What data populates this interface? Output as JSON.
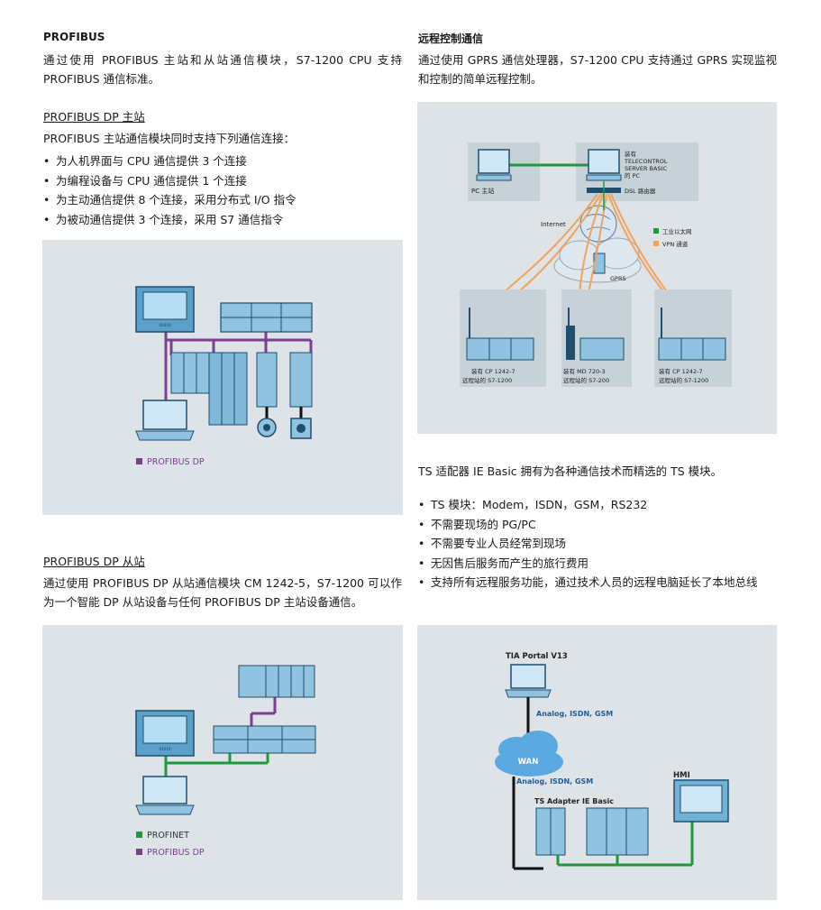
{
  "left": {
    "title": "PROFIBUS",
    "intro": "通过使用 PROFIBUS 主站和从站通信模块，S7-1200 CPU 支持 PROFIBUS 通信标准。",
    "master_heading": "PROFIBUS DP 主站",
    "master_intro": "PROFIBUS 主站通信模块同时支持下列通信连接：",
    "master_bullets": [
      "为人机界面与 CPU 通信提供 3 个连接",
      "为编程设备与 CPU 通信提供 1 个连接",
      "为主动通信提供 8 个连接，采用分布式 I/O 指令",
      "为被动通信提供 3 个连接，采用 S7 通信指令"
    ],
    "fig1_legend": "PROFIBUS DP",
    "slave_heading": "PROFIBUS DP 从站",
    "slave_text": "通过使用 PROFIBUS DP 从站通信模块 CM 1242-5，S7-1200 可以作为一个智能 DP 从站设备与任何 PROFIBUS DP 主站设备通信。",
    "fig2_legend_profinet": "PROFINET",
    "fig2_legend_profibus": "PROFIBUS DP",
    "hmi_keys": "ıııııııı"
  },
  "right": {
    "title": "远程控制通信",
    "intro": "通过使用 GPRS 通信处理器，S7-1200 CPU 支持通过 GPRS 实现监视和控制的简单远程控制。",
    "fig3": {
      "pc_master": "PC 主站",
      "server_line1": "装有",
      "server_line2": "TELECONTROL",
      "server_line3": "SERVER BASIC",
      "server_line4": "的 PC",
      "dsl": "DSL 路由器",
      "internet": "Internet",
      "gprs": "GPRS",
      "legend_ie": "工业以太网",
      "legend_vpn": "VPN 通道",
      "st1_line1": "装有 CP 1242-7",
      "st1_line2": "远程站的 S7-1200",
      "st2_line1": "装有 MD 720-3",
      "st2_line2": "远程站的 S7-200",
      "st3_line1": "装有 CP 1242-7",
      "st3_line2": "远程站的 S7-1200"
    },
    "ts_intro": "TS 适配器 IE Basic 拥有为各种通信技术而精选的 TS 模块。",
    "ts_bullets": [
      "TS 模块：Modem，ISDN，GSM，RS232",
      "不需要现场的 PG/PC",
      "不需要专业人员经常到现场",
      "无因售后服务而产生的旅行费用",
      "支持所有远程服务功能，通过技术人员的远程电脑延长了本地总线"
    ],
    "fig4": {
      "tia": "TIA Portal V13",
      "link1": "Analog, ISDN, GSM",
      "wan": "WAN",
      "link2": "Analog, ISDN, GSM",
      "ts_adapter": "TS Adapter IE Basic",
      "hmi": "HMI"
    }
  },
  "colors": {
    "profibus": "#7b3f8f",
    "profinet": "#1f9a3a",
    "vpn": "#f3a25a",
    "panel": "#dde3e7",
    "device": "#6fb2d6",
    "wan": "#5aa9e0",
    "label_blue": "#1f5d9a"
  }
}
